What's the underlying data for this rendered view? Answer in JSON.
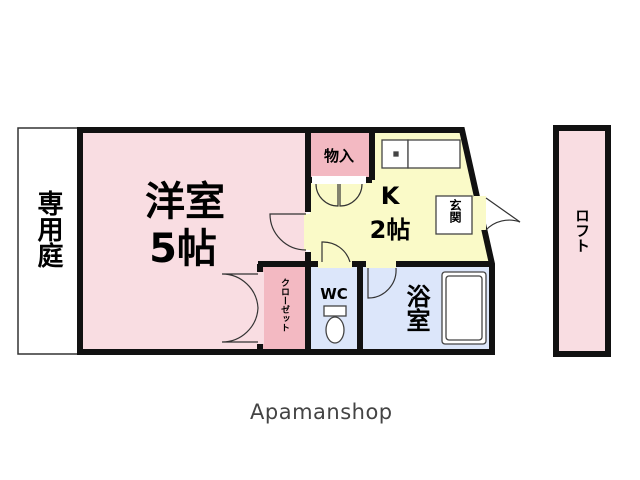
{
  "floorplan": {
    "rooms": {
      "western_room": {
        "name": "洋室",
        "size": "5帖"
      },
      "storage": "物入",
      "kitchen": {
        "name": "K",
        "size": "2帖"
      },
      "entrance": "玄関",
      "closet": "クローゼット",
      "toilet": "WC",
      "bathroom": "浴室",
      "private_garden": "専用庭",
      "loft": "ロフト"
    },
    "colors": {
      "western_room": "#f9dde2",
      "storage": "#f3b9c2",
      "kitchen": "#fafac8",
      "bathroom": "#dce6fa",
      "toilet": "#dce6fa",
      "loft": "#f9dde2",
      "wall": "#111111"
    }
  },
  "footer": {
    "brand": "Apamanshop"
  }
}
